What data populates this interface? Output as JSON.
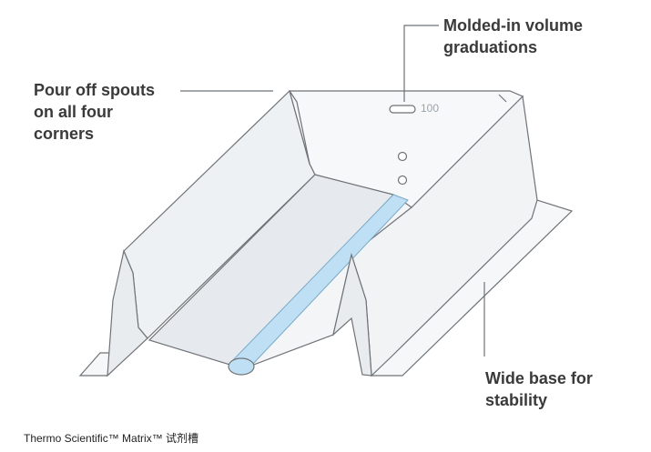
{
  "callouts": {
    "spouts": [
      "Pour off spouts",
      "on all four",
      "corners"
    ],
    "graduations": [
      "Molded-in volume",
      "graduations"
    ],
    "base": [
      "Wide base for",
      "stability"
    ]
  },
  "graduation_mark": "100",
  "caption": "Thermo Scientific™ Matrix™ 试剂槽",
  "colors": {
    "outline": "#6f7378",
    "wall_fill": "#f1f3f5",
    "wall_shade": "#e2e6ea",
    "liquid": "#bfe0f4",
    "callout_text": "#3a3a3a"
  }
}
